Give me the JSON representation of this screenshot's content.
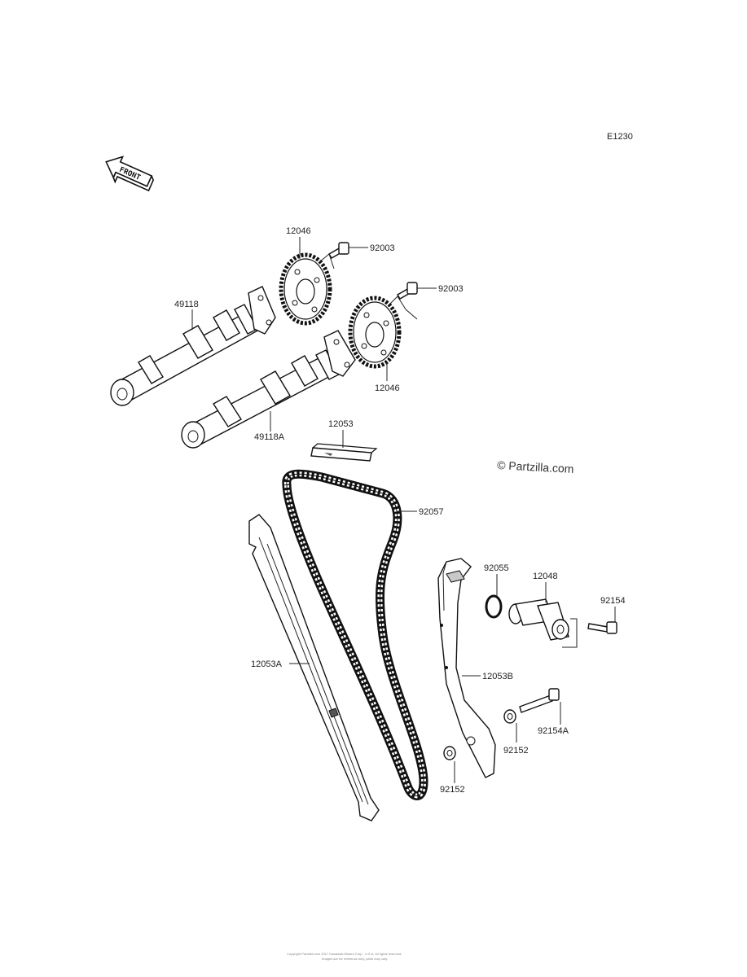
{
  "diagram": {
    "code": "E1230",
    "front_arrow_text": "FRONT",
    "watermark": "© Partzilla.com",
    "footer_line1": "Copyright Partzilla.com 2017 Kawasaki Motors Corp., U.S.A. All rights reserved.",
    "footer_line2": "Images are for reference only, parts may vary.",
    "callouts": [
      {
        "id": "c1",
        "text": "12046"
      },
      {
        "id": "c2",
        "text": "92003"
      },
      {
        "id": "c3",
        "text": "92003"
      },
      {
        "id": "c4",
        "text": "49118"
      },
      {
        "id": "c5",
        "text": "12046"
      },
      {
        "id": "c6",
        "text": "49118A"
      },
      {
        "id": "c7",
        "text": "12053"
      },
      {
        "id": "c8",
        "text": "92057"
      },
      {
        "id": "c9",
        "text": "92055"
      },
      {
        "id": "c10",
        "text": "12048"
      },
      {
        "id": "c11",
        "text": "92154"
      },
      {
        "id": "c12",
        "text": "12053A"
      },
      {
        "id": "c13",
        "text": "12053B"
      },
      {
        "id": "c14",
        "text": "92154A"
      },
      {
        "id": "c15",
        "text": "92152"
      },
      {
        "id": "c16",
        "text": "92152"
      }
    ]
  }
}
